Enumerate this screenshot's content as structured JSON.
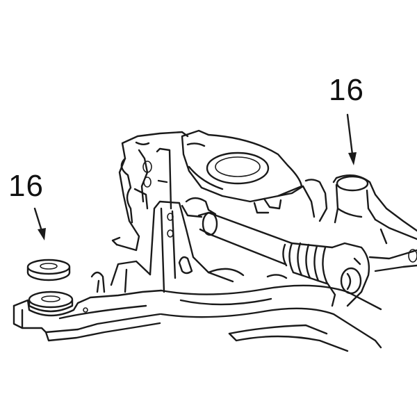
{
  "callouts": [
    {
      "id": "left",
      "label": "16"
    },
    {
      "id": "right",
      "label": "16"
    }
  ],
  "colors": {
    "ink": "#1a1a1a",
    "background": "#ffffff"
  }
}
